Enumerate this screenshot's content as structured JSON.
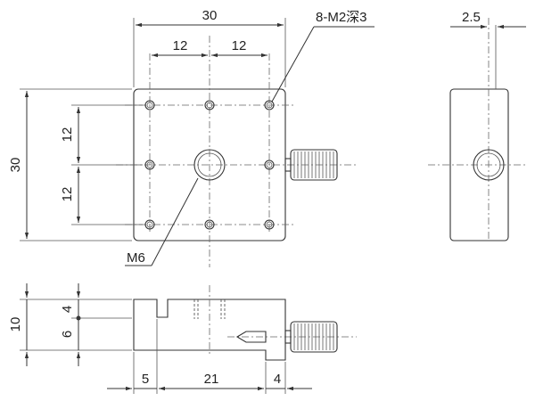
{
  "dims": {
    "top_width": "30",
    "top_left_12": "12",
    "top_right_12": "12",
    "holes_callout": "8-M2深3",
    "side_thickness": "2.5",
    "left_height": "30",
    "left_upper_12": "12",
    "left_lower_12": "12",
    "center_hole": "M6",
    "front_height": "10",
    "front_upper": "4",
    "front_lower": "6",
    "bottom_left": "5",
    "bottom_mid": "21",
    "bottom_right": "4"
  }
}
